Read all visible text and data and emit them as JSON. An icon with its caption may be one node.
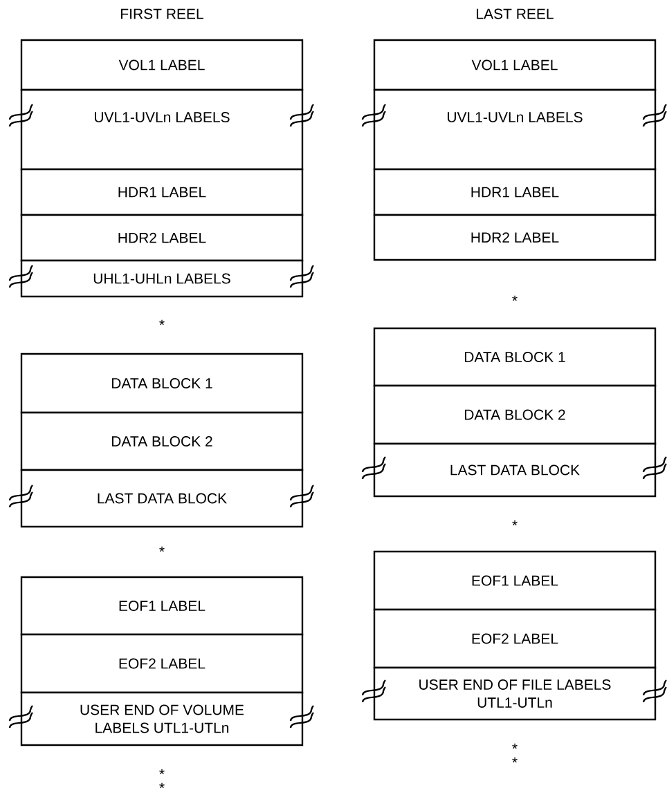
{
  "diagram": {
    "nodes": [
      {
        "text": [
          "VOL1 LABEL"
        ]
      },
      {
        "text": [
          "UVL1-UVLn LABELS"
        ]
      },
      {
        "text": [
          "HDR1 LABEL"
        ]
      },
      {
        "text": [
          "HDR2 LABEL"
        ]
      },
      {
        "text": [
          "UHL1-UHLn LABELS"
        ]
      },
      {
        "text": [
          "VOL1 LABEL"
        ]
      },
      {
        "text": [
          "UVL1-UVLn LABELS"
        ]
      },
      {
        "text": [
          "HDR1 LABEL"
        ]
      },
      {
        "text": [
          "HDR2 LABEL"
        ]
      },
      {
        "text": [
          "DATA BLOCK 1"
        ]
      },
      {
        "text": [
          "DATA BLOCK 2"
        ]
      },
      {
        "text": [
          "LAST DATA BLOCK"
        ]
      },
      {
        "text": [
          "DATA BLOCK 1"
        ]
      },
      {
        "text": [
          "DATA BLOCK 2"
        ]
      },
      {
        "text": [
          "LAST DATA BLOCK"
        ]
      },
      {
        "text": [
          "EOF1 LABEL"
        ]
      },
      {
        "text": [
          "EOF2 LABEL"
        ]
      },
      {
        "text": [
          "USER END OF VOLUME LABELS UTL1-UTLn"
        ]
      },
      {
        "text": [
          "EOF1 LABEL"
        ]
      },
      {
        "text": [
          "EOF2 LABEL"
        ]
      },
      {
        "text": [
          "USER END OF FILE LABELS UTL1-UTLn"
        ]
      }
    ],
    "labels": [
      "FIRST REEL",
      "LAST REEL",
      "*",
      "*",
      "*",
      "*",
      "*",
      "*",
      "*",
      "*"
    ]
  }
}
